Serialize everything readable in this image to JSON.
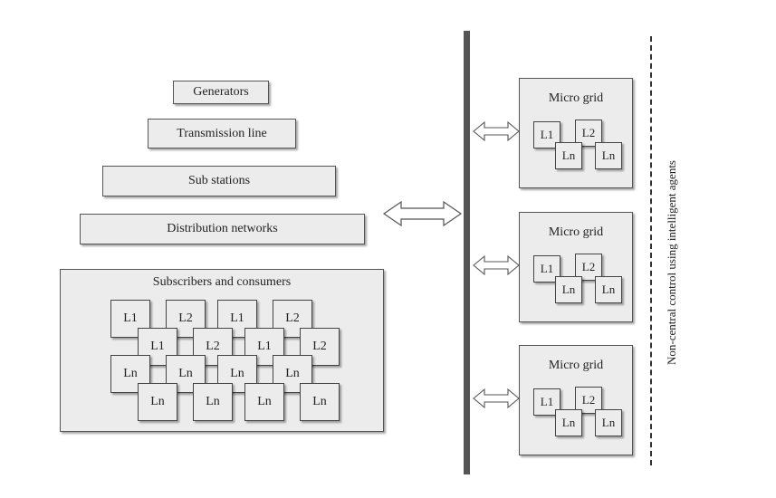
{
  "hierarchy": {
    "generators": "Generators",
    "transmission_line": "Transmission line",
    "sub_stations": "Sub stations",
    "distribution_networks": "Distribution networks"
  },
  "subscribers": {
    "title": "Subscribers and consumers",
    "loads": [
      "L1",
      "L2",
      "L1",
      "L2",
      "L1",
      "L2",
      "L1",
      "L2",
      "Ln",
      "Ln",
      "Ln",
      "Ln",
      "Ln",
      "Ln",
      "Ln",
      "Ln"
    ]
  },
  "microgrids": [
    {
      "title": "Micro grid",
      "loads": [
        "L1",
        "L2",
        "Ln",
        "Ln"
      ]
    },
    {
      "title": "Micro grid",
      "loads": [
        "L1",
        "L2",
        "Ln",
        "Ln"
      ]
    },
    {
      "title": "Micro grid",
      "loads": [
        "L1",
        "L2",
        "Ln",
        "Ln"
      ]
    }
  ],
  "side_label": "Non-central control using intelligent agents",
  "colors": {
    "box_fill": "#ececec",
    "bus": "#555555",
    "border": "#555555"
  }
}
